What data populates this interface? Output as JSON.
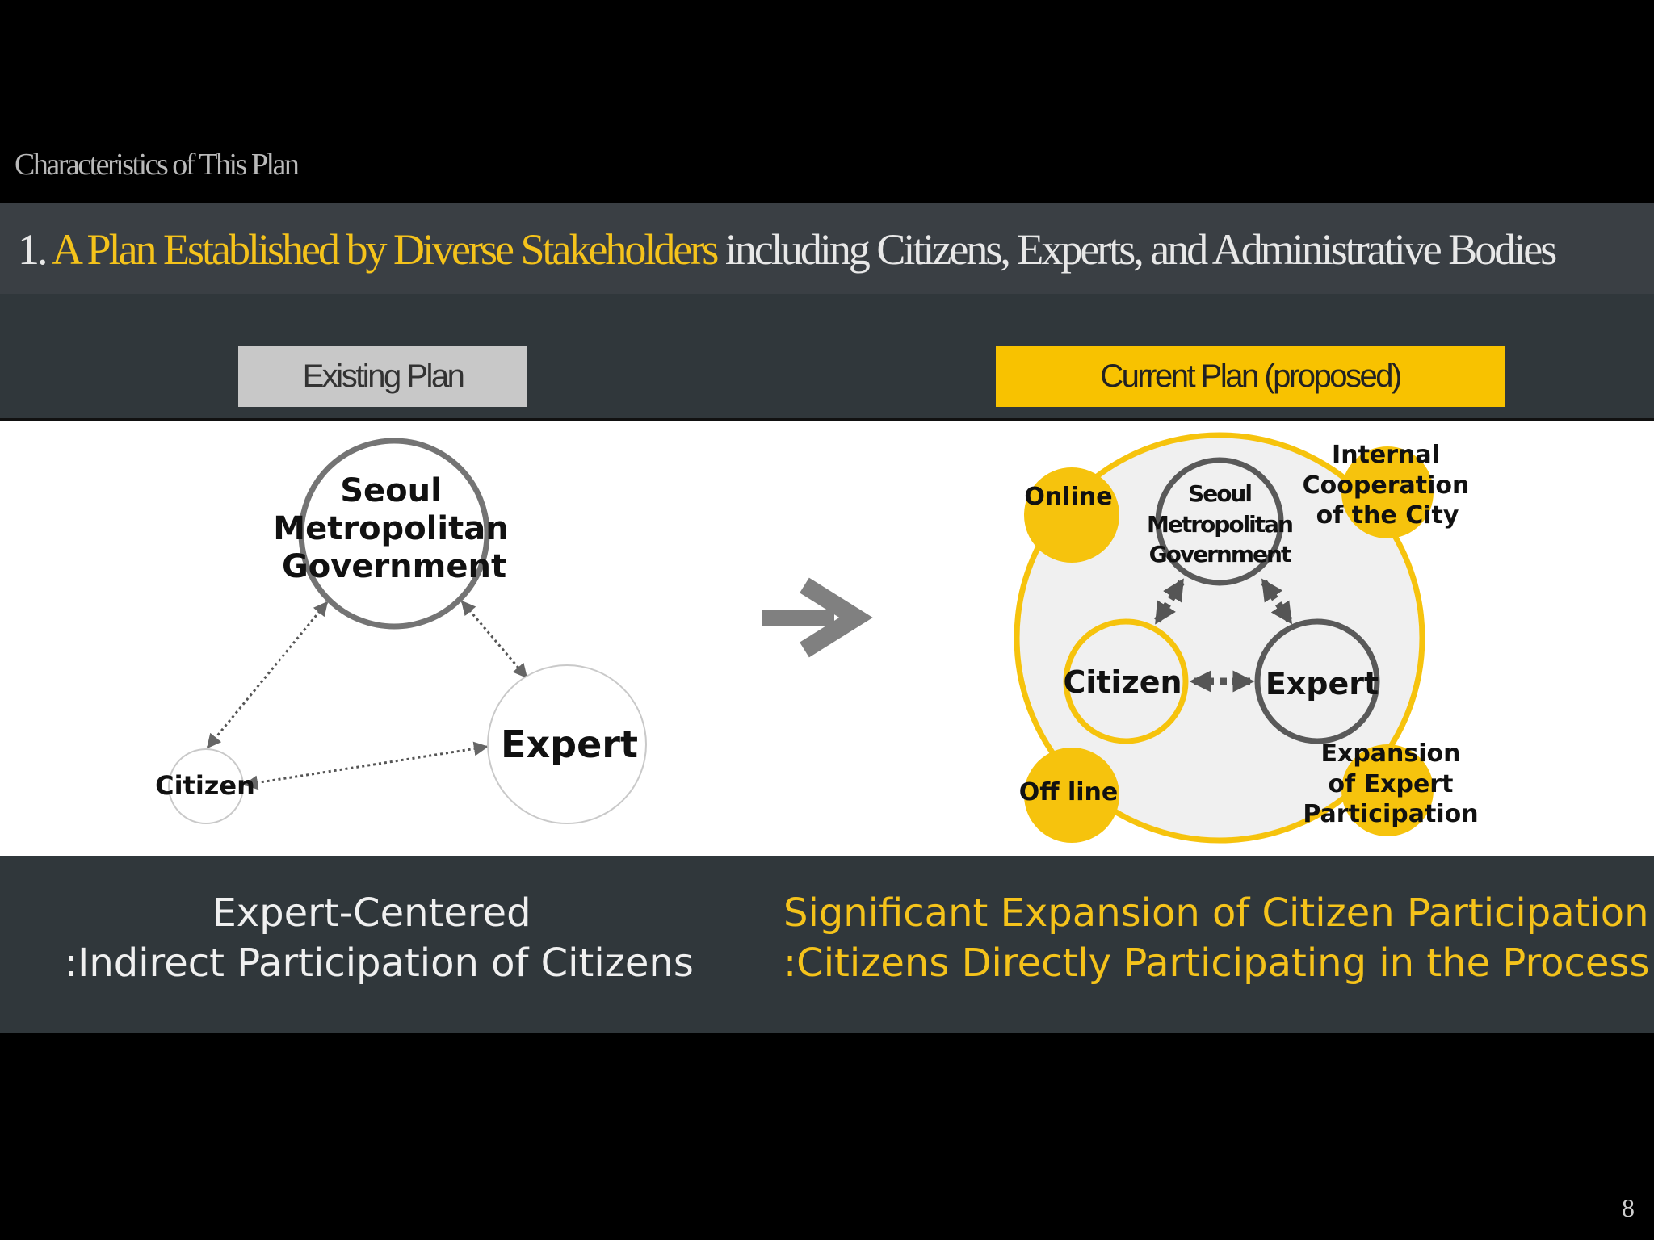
{
  "slide": {
    "section_label": "Characteristics of This Plan",
    "title": {
      "number": "1.",
      "highlight": "A Plan Established by Diverse Stakeholders",
      "rest": " including Citizens, Experts, and Administrative Bodies"
    },
    "page_number": "8"
  },
  "existing_plan": {
    "label": "Existing Plan",
    "nodes": {
      "government": [
        "Seoul",
        "Metropolitan",
        "Government"
      ],
      "expert": "Expert",
      "citizen": "Citizen"
    },
    "caption": [
      "Expert-Centered",
      ":Indirect Participation of Citizens"
    ]
  },
  "current_plan": {
    "label": "Current Plan (proposed)",
    "nodes": {
      "government": [
        "Seoul",
        "Metropolitan",
        "Government"
      ],
      "citizen": "Citizen",
      "expert": "Expert",
      "online": "Online",
      "offline": "Off line",
      "internal": [
        "Internal",
        "Cooperation",
        "of the City"
      ],
      "expansion": [
        "Expansion",
        "of Expert",
        "Participation"
      ]
    },
    "caption": [
      "Significant Expansion of Citizen Participation",
      ":Citizens Directly Participating in the Process"
    ]
  },
  "colors": {
    "accent_yellow": "#f5c31b",
    "dark_band": "#30373b",
    "title_bar": "#3a3f44",
    "gray_ring": "#6d6d6d"
  },
  "icons": {
    "transition_arrow": "right-arrow-icon"
  }
}
